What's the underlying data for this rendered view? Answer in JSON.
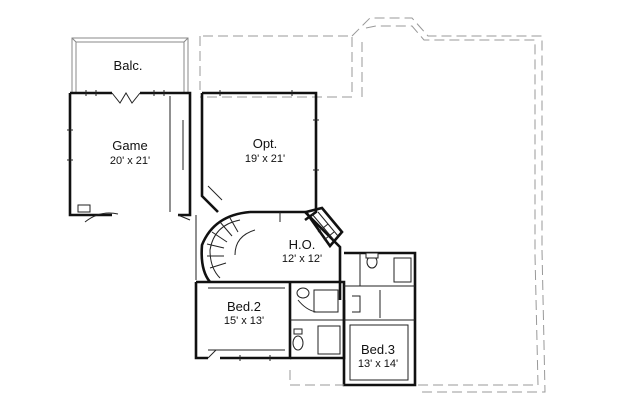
{
  "rooms": {
    "balcony": {
      "name": "Balc."
    },
    "game": {
      "name": "Game",
      "dims": "20' x 21'"
    },
    "optional": {
      "name": "Opt.",
      "dims": "19' x 21'"
    },
    "home_office": {
      "name": "H.O.",
      "dims": "12' x 12'"
    },
    "bedroom_2": {
      "name": "Bed.2",
      "dims": "15' x 13'"
    },
    "bedroom_3": {
      "name": "Bed.3",
      "dims": "13' x 14'"
    }
  }
}
